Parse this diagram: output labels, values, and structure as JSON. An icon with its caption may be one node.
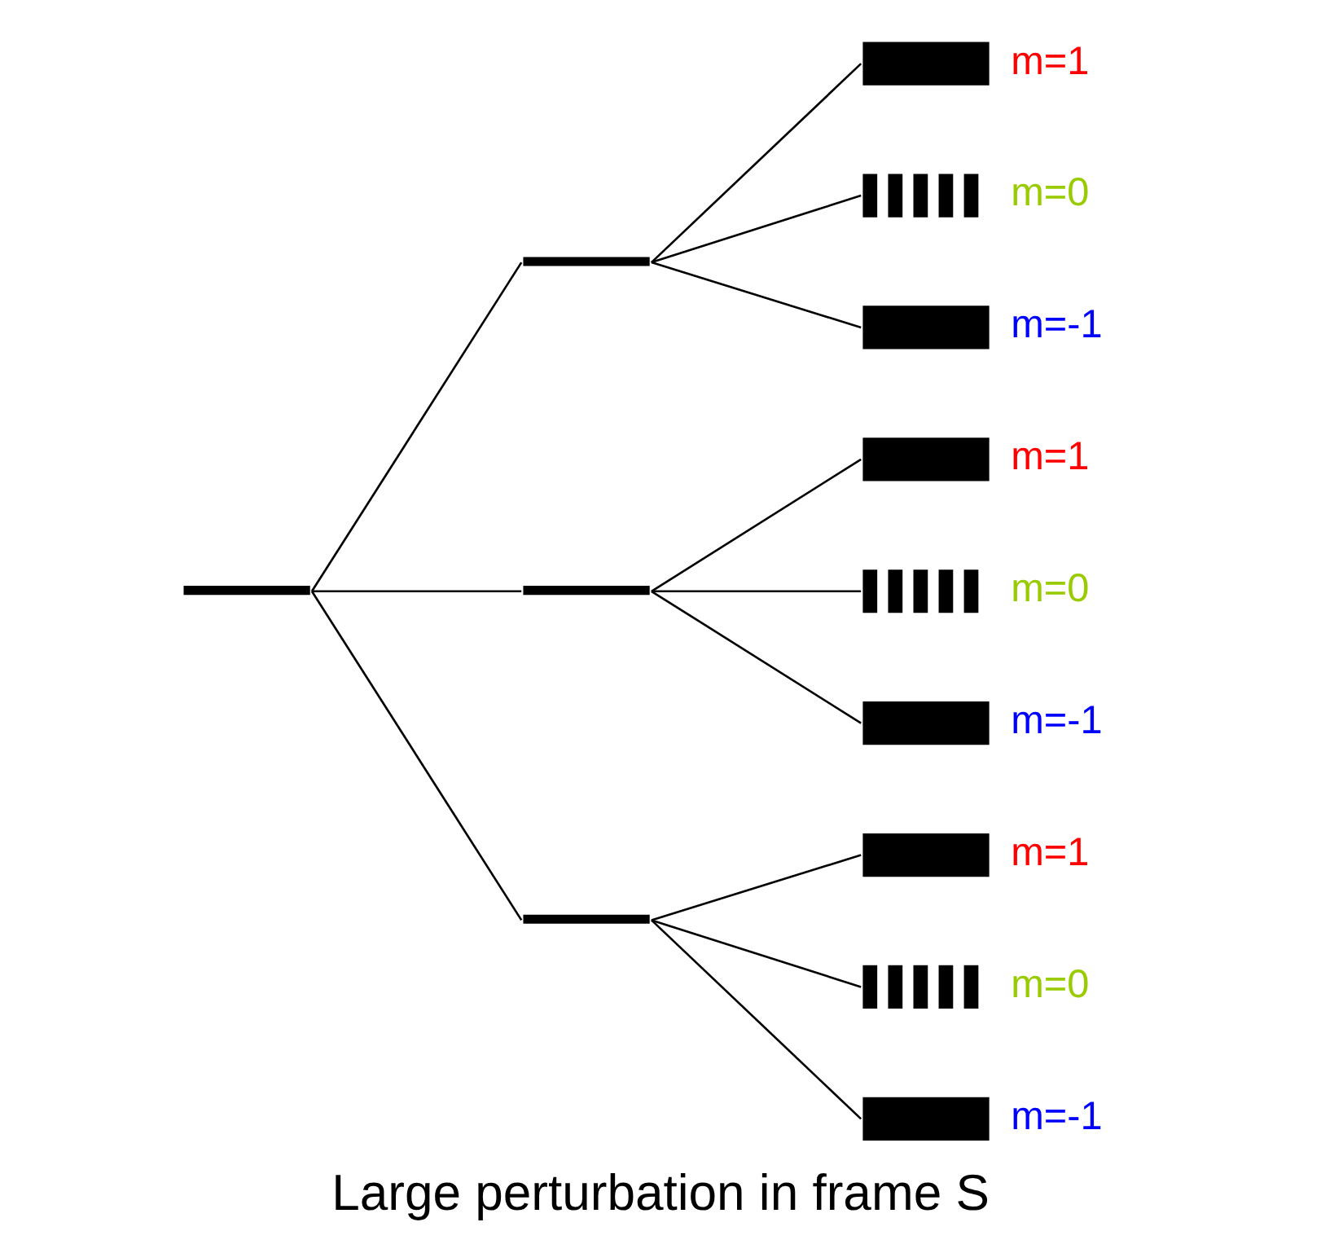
{
  "diagram": {
    "caption": "Large perturbation in frame S",
    "nodes": [
      {
        "text": [],
        "shape": "bar"
      },
      {
        "text": [],
        "shape": "bar"
      },
      {
        "text": [],
        "shape": "bar"
      },
      {
        "text": [],
        "shape": "bar"
      },
      {
        "text": [],
        "shape": "bar",
        "beside": [
          "m=1"
        ]
      },
      {
        "text": [],
        "shape": "bar",
        "beside": [
          "m=0"
        ]
      },
      {
        "text": [],
        "shape": "bar",
        "beside": [
          "m=-1"
        ]
      },
      {
        "text": [],
        "shape": "bar",
        "beside": [
          "m=1"
        ]
      },
      {
        "text": [],
        "shape": "bar",
        "beside": [
          "m=0"
        ]
      },
      {
        "text": [],
        "shape": "bar",
        "beside": [
          "m=-1"
        ]
      },
      {
        "text": [],
        "shape": "bar",
        "beside": [
          "m=1"
        ]
      },
      {
        "text": [],
        "shape": "bar",
        "beside": [
          "m=0"
        ]
      },
      {
        "text": [],
        "shape": "bar",
        "beside": [
          "m=-1"
        ]
      }
    ],
    "edges": [
      {
        "from": 0,
        "to": 1,
        "arrow": "none"
      },
      {
        "from": 0,
        "to": 2,
        "arrow": "none"
      },
      {
        "from": 0,
        "to": 3,
        "arrow": "none"
      },
      {
        "from": 1,
        "to": 4,
        "arrow": "none"
      },
      {
        "from": 1,
        "to": 5,
        "arrow": "none"
      },
      {
        "from": 1,
        "to": 6,
        "arrow": "none"
      },
      {
        "from": 2,
        "to": 7,
        "arrow": "none"
      },
      {
        "from": 2,
        "to": 8,
        "arrow": "none"
      },
      {
        "from": 2,
        "to": 9,
        "arrow": "none"
      },
      {
        "from": 3,
        "to": 10,
        "arrow": "none"
      },
      {
        "from": 3,
        "to": 11,
        "arrow": "none"
      },
      {
        "from": 3,
        "to": 12,
        "arrow": "none"
      }
    ]
  }
}
